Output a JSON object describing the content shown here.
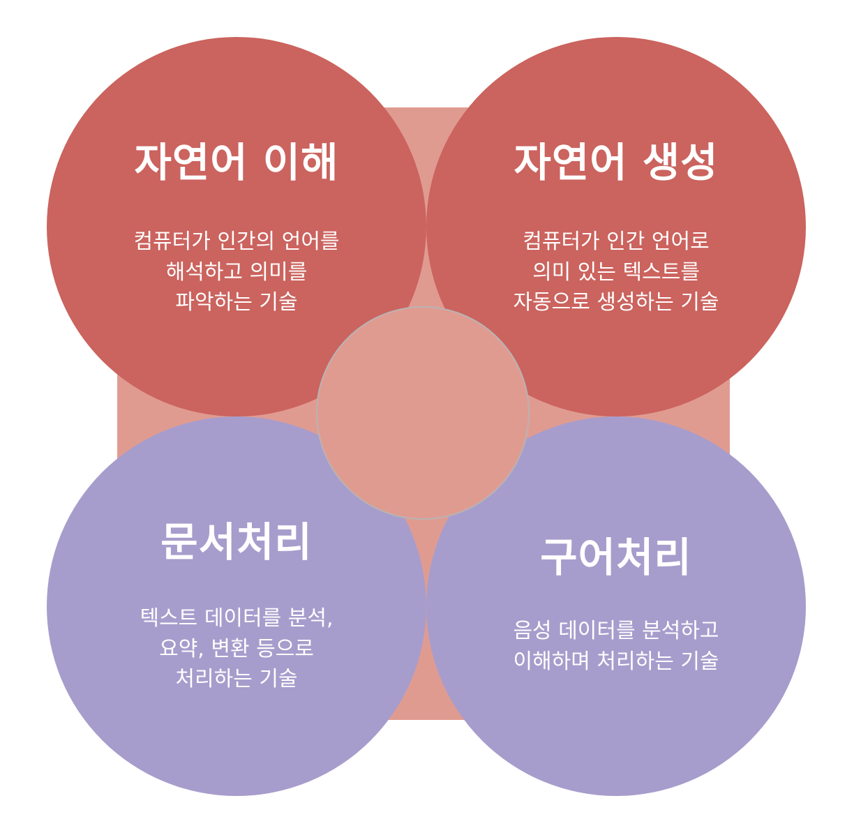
{
  "colors": {
    "backdrop": "#e09b91",
    "red_circle": "#cb635e",
    "purple_circle": "#a79dcc",
    "center_circle": "#e09b91",
    "text": "#ffffff"
  },
  "circles": {
    "nlu": {
      "title": "자연어 이해",
      "lines": [
        "컴퓨터가 인간의 언어를",
        "해석하고 의미를",
        "파악하는 기술"
      ]
    },
    "nlg": {
      "title": "자연어 생성",
      "lines": [
        "컴퓨터가 인간 언어로",
        "의미 있는 텍스트를",
        "자동으로 생성하는 기술"
      ]
    },
    "document": {
      "title": "문서처리",
      "lines": [
        "텍스트 데이터를 분석,",
        "요약, 변환 등으로",
        "처리하는 기술"
      ]
    },
    "speech": {
      "title": "구어처리",
      "lines": [
        "음성 데이터를 분석하고",
        "이해하며 처리하는 기술"
      ]
    }
  }
}
